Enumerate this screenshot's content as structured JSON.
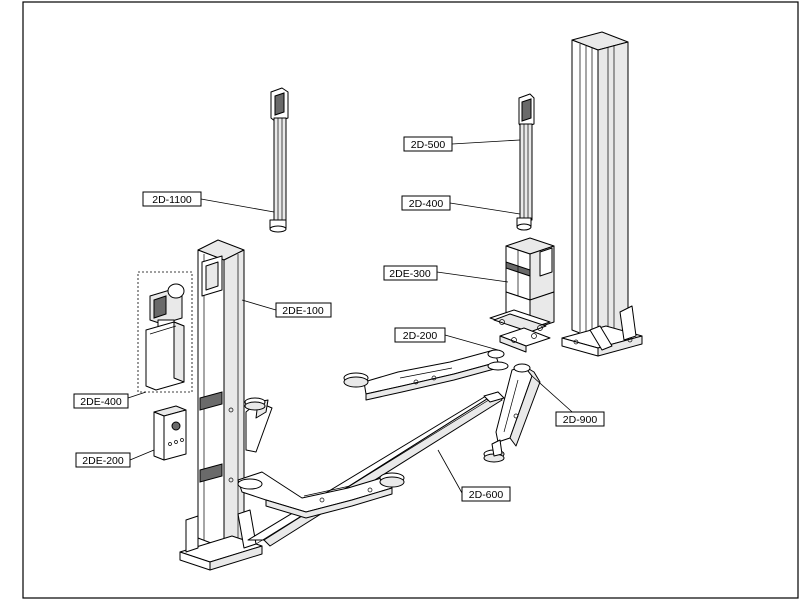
{
  "labels": {
    "2d_1100": "2D-1100",
    "2d_500": "2D-500",
    "2d_400": "2D-400",
    "2de_300": "2DE-300",
    "2de_100": "2DE-100",
    "2d_200": "2D-200",
    "2de_400": "2DE-400",
    "2d_900": "2D-900",
    "2de_200": "2DE-200",
    "2d_600": "2D-600"
  }
}
